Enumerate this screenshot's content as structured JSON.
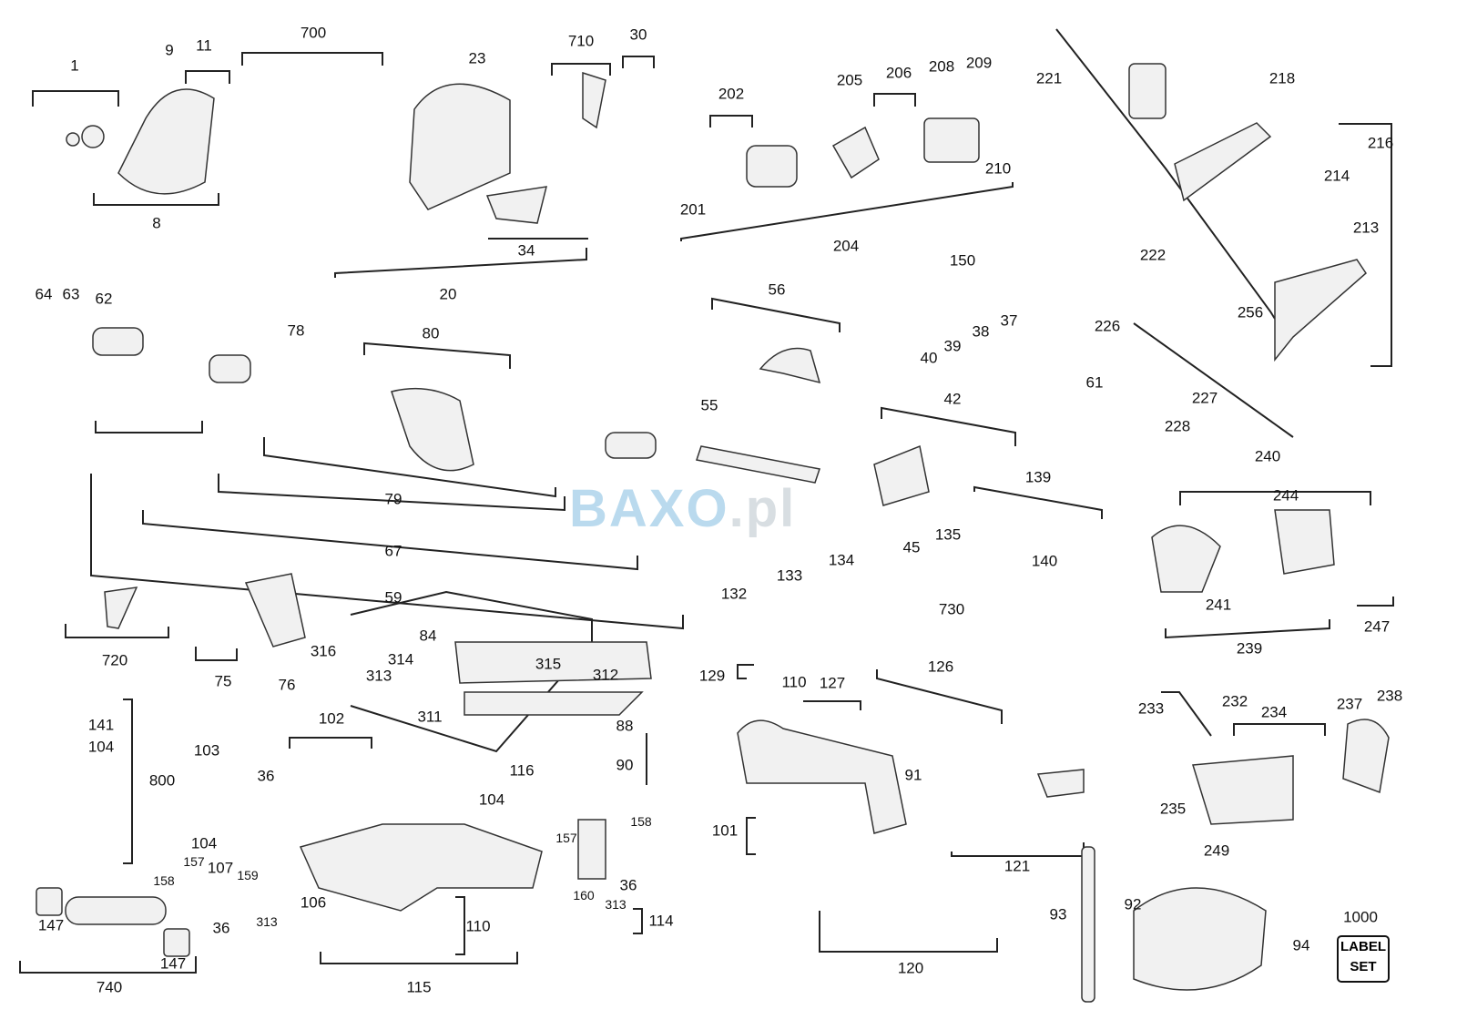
{
  "watermark": {
    "brand": "BAXO",
    "suffix": ".pl"
  },
  "label_set": {
    "line1": "LABEL",
    "line2": "SET"
  },
  "parts": [
    "1",
    "9",
    "11",
    "700",
    "23",
    "710",
    "30",
    "202",
    "205",
    "206",
    "208",
    "209",
    "221",
    "218",
    "216",
    "214",
    "213",
    "222",
    "256",
    "8",
    "34",
    "20",
    "201",
    "204",
    "210",
    "64",
    "63",
    "62",
    "78",
    "80",
    "56",
    "150",
    "38",
    "37",
    "40",
    "39",
    "226",
    "61",
    "227",
    "228",
    "55",
    "42",
    "79",
    "67",
    "59",
    "139",
    "240",
    "244",
    "45",
    "135",
    "140",
    "132",
    "133",
    "134",
    "730",
    "241",
    "239",
    "247",
    "720",
    "75",
    "76",
    "84",
    "316",
    "314",
    "315",
    "313",
    "312",
    "311",
    "129",
    "110",
    "127",
    "126",
    "233",
    "232",
    "234",
    "237",
    "238",
    "141",
    "104",
    "800",
    "103",
    "102",
    "36",
    "116",
    "104",
    "88",
    "90",
    "91",
    "101",
    "121",
    "235",
    "249",
    "104",
    "157",
    "107",
    "159",
    "158",
    "158",
    "157",
    "36",
    "160",
    "313",
    "114",
    "106",
    "313",
    "36",
    "110",
    "115",
    "147",
    "147",
    "740",
    "120",
    "93",
    "92",
    "94",
    "1000"
  ]
}
